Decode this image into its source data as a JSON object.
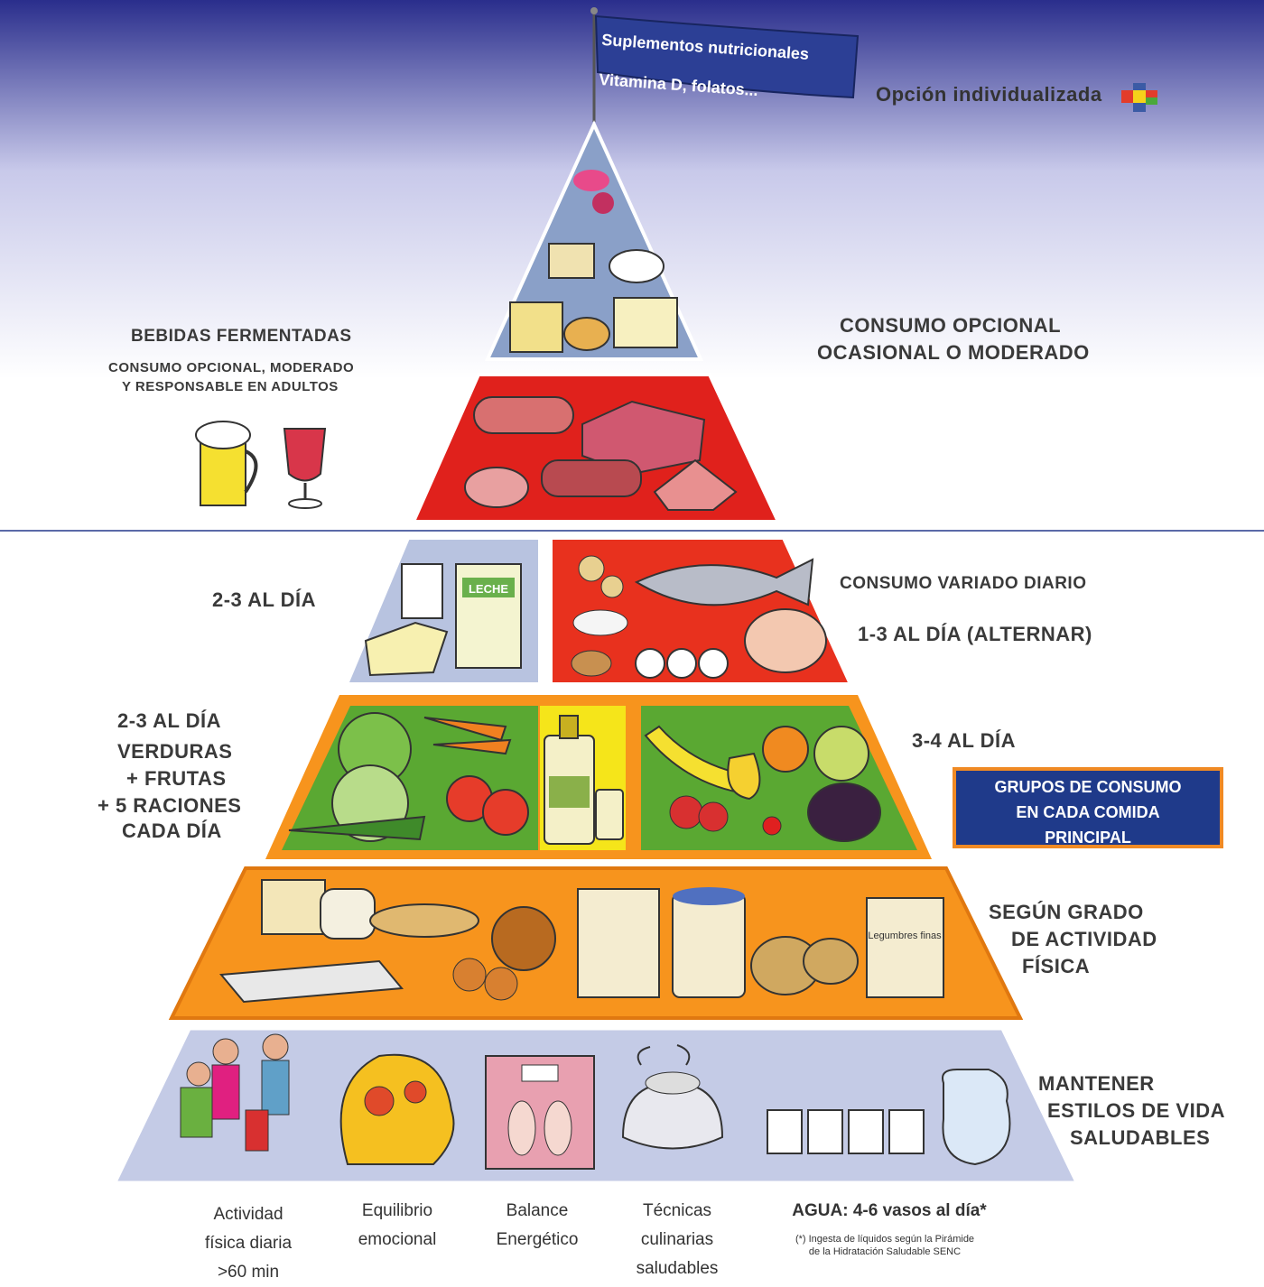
{
  "flag": {
    "line1": "Suplementos nutricionales",
    "line2": "Vitamina D, folatos..."
  },
  "individual_option": "Opción individualizada",
  "left_labels": {
    "fermented_title": "BEBIDAS FERMENTADAS",
    "fermented_desc_1": "CONSUMO OPCIONAL, MODERADO",
    "fermented_desc_2": "Y RESPONSABLE EN ADULTOS",
    "dairy": "2-3  AL DÍA",
    "veg_1": "2-3  AL DÍA",
    "veg_2": "VERDURAS",
    "veg_3": "+ FRUTAS",
    "veg_4": "+ 5 RACIONES",
    "veg_5": "CADA DÍA"
  },
  "right_labels": {
    "optional_1": "CONSUMO OPCIONAL",
    "optional_2": "OCASIONAL O MODERADO",
    "varied_1": "CONSUMO VARIADO DIARIO",
    "varied_2": "1-3  AL DÍA (ALTERNAR)",
    "fruit": "3-4  AL DÍA",
    "groups_box": "GRUPOS DE CONSUMO\nEN CADA COMIDA\nPRINCIPAL",
    "activity_1": "SEGÚN GRADO",
    "activity_2": "DE ACTIVIDAD",
    "activity_3": "FÍSICA",
    "lifestyle_1": "MANTENER",
    "lifestyle_2": "ESTILOS DE VIDA",
    "lifestyle_3": "SALUDABLES"
  },
  "bottom_labels": {
    "activity": "Actividad\nfísica diaria\n>60 min",
    "emotional": "Equilibrio\nemocional",
    "energy": "Balance\nEnergético",
    "cooking": "Técnicas\nculinarias\nsaludables",
    "water": "AGUA: 4-6 vasos al día*",
    "water_note": "(*) Ingesta de líquidos según la Pirámide\nde la Hidratación Saludable SENC"
  },
  "package_labels": {
    "milk": "LECHE",
    "legumes": "Legumbres\nfinas"
  },
  "colors": {
    "sky_top": "#2a2e8c",
    "tier_sweets": "#8aa0c8",
    "tier_meat": "#e0211c",
    "tier_dairy": "#b8c3e0",
    "tier_protein": "#e8311e",
    "tier_veg": "#5aa832",
    "tier_oil": "#f5e51a",
    "tier_cereal": "#f7941d",
    "tier_base": "#c4cbe6",
    "groups_box": "#1f3a8a",
    "groups_border": "#f08a24"
  }
}
